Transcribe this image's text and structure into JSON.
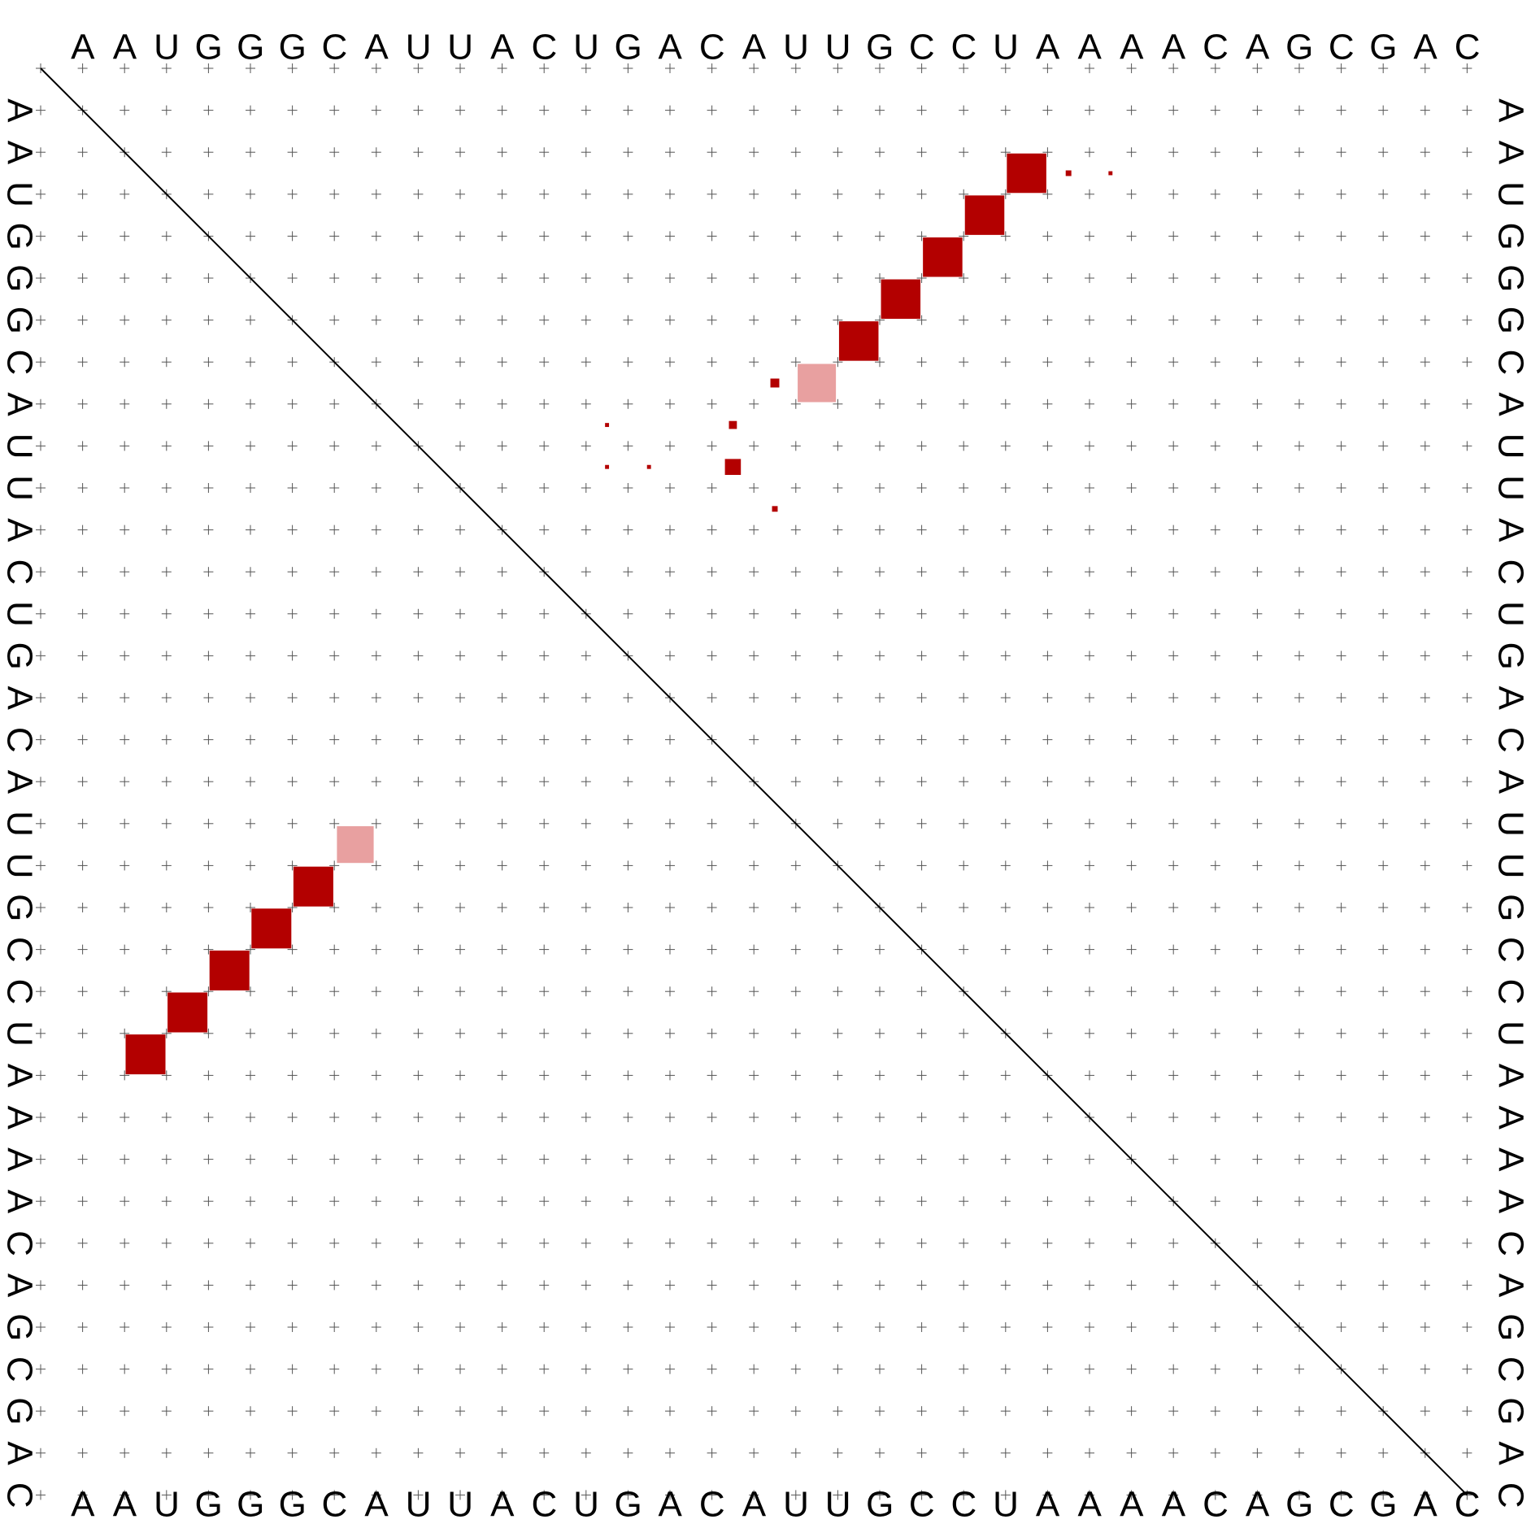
{
  "sequence": "AAUGGGCAUUACUGACAUUGCCUAAAACAGCGAC",
  "colors": {
    "strong": "#b30000",
    "weak": "#e8a0a0",
    "grid": "#555555",
    "diagonal": "#000000",
    "text": "#000000"
  },
  "chart_data": {
    "type": "heatmap",
    "description_free": true,
    "n": 34,
    "upper_triangle_probabilities": [
      {
        "i": 3,
        "j": 24,
        "p": 0.98
      },
      {
        "i": 4,
        "j": 23,
        "p": 0.98
      },
      {
        "i": 5,
        "j": 22,
        "p": 0.98
      },
      {
        "i": 6,
        "j": 21,
        "p": 0.98
      },
      {
        "i": 7,
        "j": 20,
        "p": 0.98
      },
      {
        "i": 8,
        "j": 19,
        "p": 0.92
      },
      {
        "i": 8,
        "j": 18,
        "p": 0.05
      },
      {
        "i": 9,
        "j": 17,
        "p": 0.04
      },
      {
        "i": 10,
        "j": 17,
        "p": 0.16
      },
      {
        "i": 11,
        "j": 18,
        "p": 0.02
      },
      {
        "i": 9,
        "j": 14,
        "p": 0.01
      },
      {
        "i": 10,
        "j": 14,
        "p": 0.01
      },
      {
        "i": 10,
        "j": 15,
        "p": 0.01
      },
      {
        "i": 3,
        "j": 25,
        "p": 0.02
      },
      {
        "i": 3,
        "j": 26,
        "p": 0.01
      }
    ],
    "lower_triangle_mfe_pairs": [
      {
        "i": 3,
        "j": 24,
        "p": 1.0
      },
      {
        "i": 4,
        "j": 23,
        "p": 1.0
      },
      {
        "i": 5,
        "j": 22,
        "p": 1.0
      },
      {
        "i": 6,
        "j": 21,
        "p": 1.0
      },
      {
        "i": 7,
        "j": 20,
        "p": 1.0
      },
      {
        "i": 8,
        "j": 19,
        "p": 0.6
      }
    ]
  }
}
